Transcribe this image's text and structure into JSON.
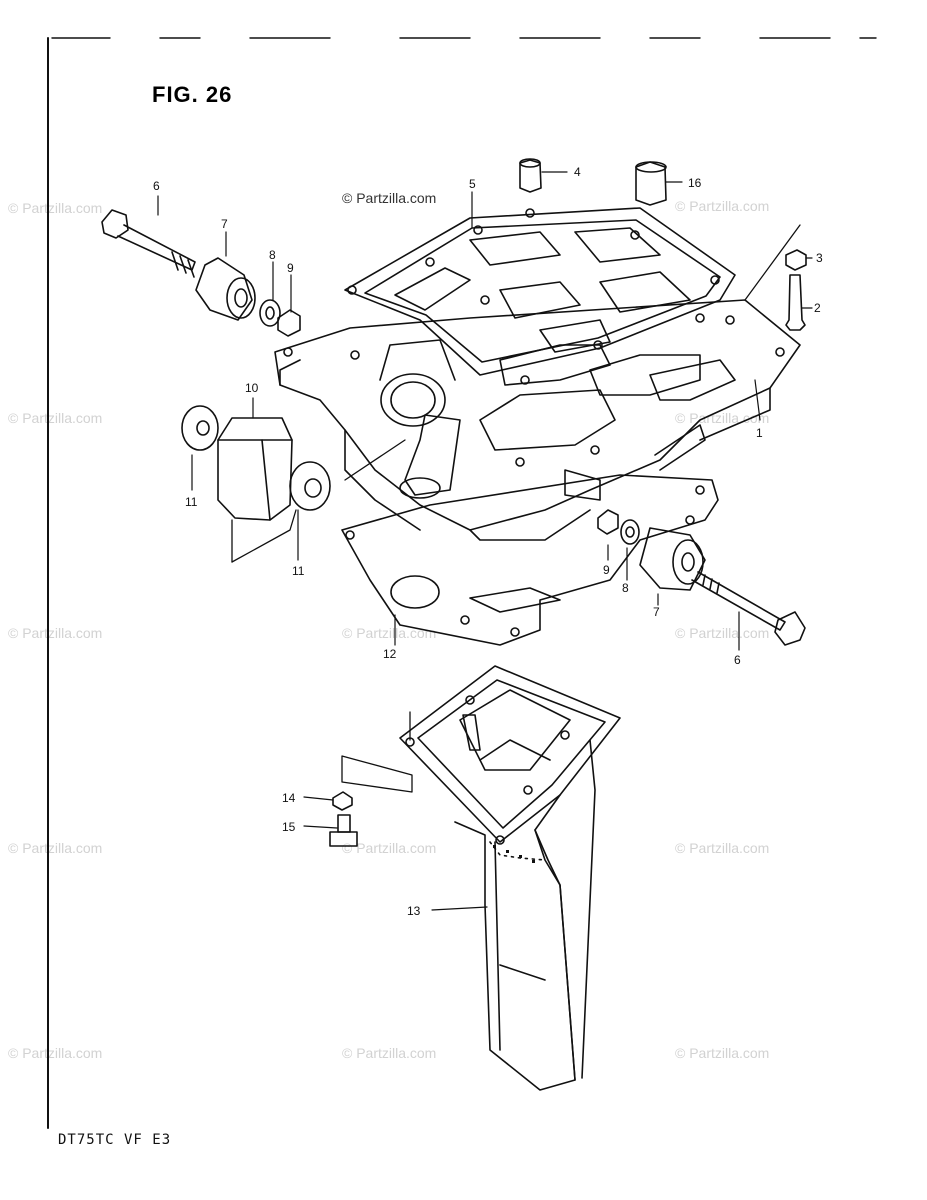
{
  "figure": {
    "title": "FIG. 26",
    "model_code": "DT75TC VF E3"
  },
  "watermark": {
    "text": "© Partzilla.com"
  },
  "callouts": [
    {
      "id": "part-1",
      "label": "1"
    },
    {
      "id": "part-2",
      "label": "2"
    },
    {
      "id": "part-3",
      "label": "3"
    },
    {
      "id": "part-4",
      "label": "4"
    },
    {
      "id": "part-5",
      "label": "5"
    },
    {
      "id": "part-6-left",
      "label": "6"
    },
    {
      "id": "part-6-right",
      "label": "6"
    },
    {
      "id": "part-7-left",
      "label": "7"
    },
    {
      "id": "part-7-right",
      "label": "7"
    },
    {
      "id": "part-8-left",
      "label": "8"
    },
    {
      "id": "part-8-right",
      "label": "8"
    },
    {
      "id": "part-9-left",
      "label": "9"
    },
    {
      "id": "part-9-right",
      "label": "9"
    },
    {
      "id": "part-10",
      "label": "10"
    },
    {
      "id": "part-11-top",
      "label": "11"
    },
    {
      "id": "part-11-bottom",
      "label": "11"
    },
    {
      "id": "part-12",
      "label": "12"
    },
    {
      "id": "part-13",
      "label": "13"
    },
    {
      "id": "part-14",
      "label": "14"
    },
    {
      "id": "part-15",
      "label": "15"
    },
    {
      "id": "part-16",
      "label": "16"
    }
  ]
}
